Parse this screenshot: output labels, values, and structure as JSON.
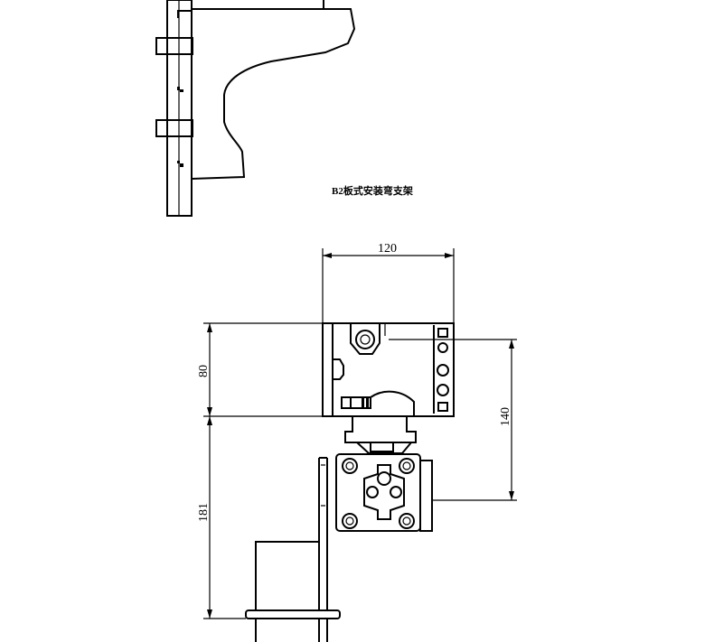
{
  "caption": "B2板式安装弯支架",
  "dimensions": {
    "top_width": "120",
    "upper_height": "80",
    "right_height": "140",
    "lower_height": "181"
  }
}
